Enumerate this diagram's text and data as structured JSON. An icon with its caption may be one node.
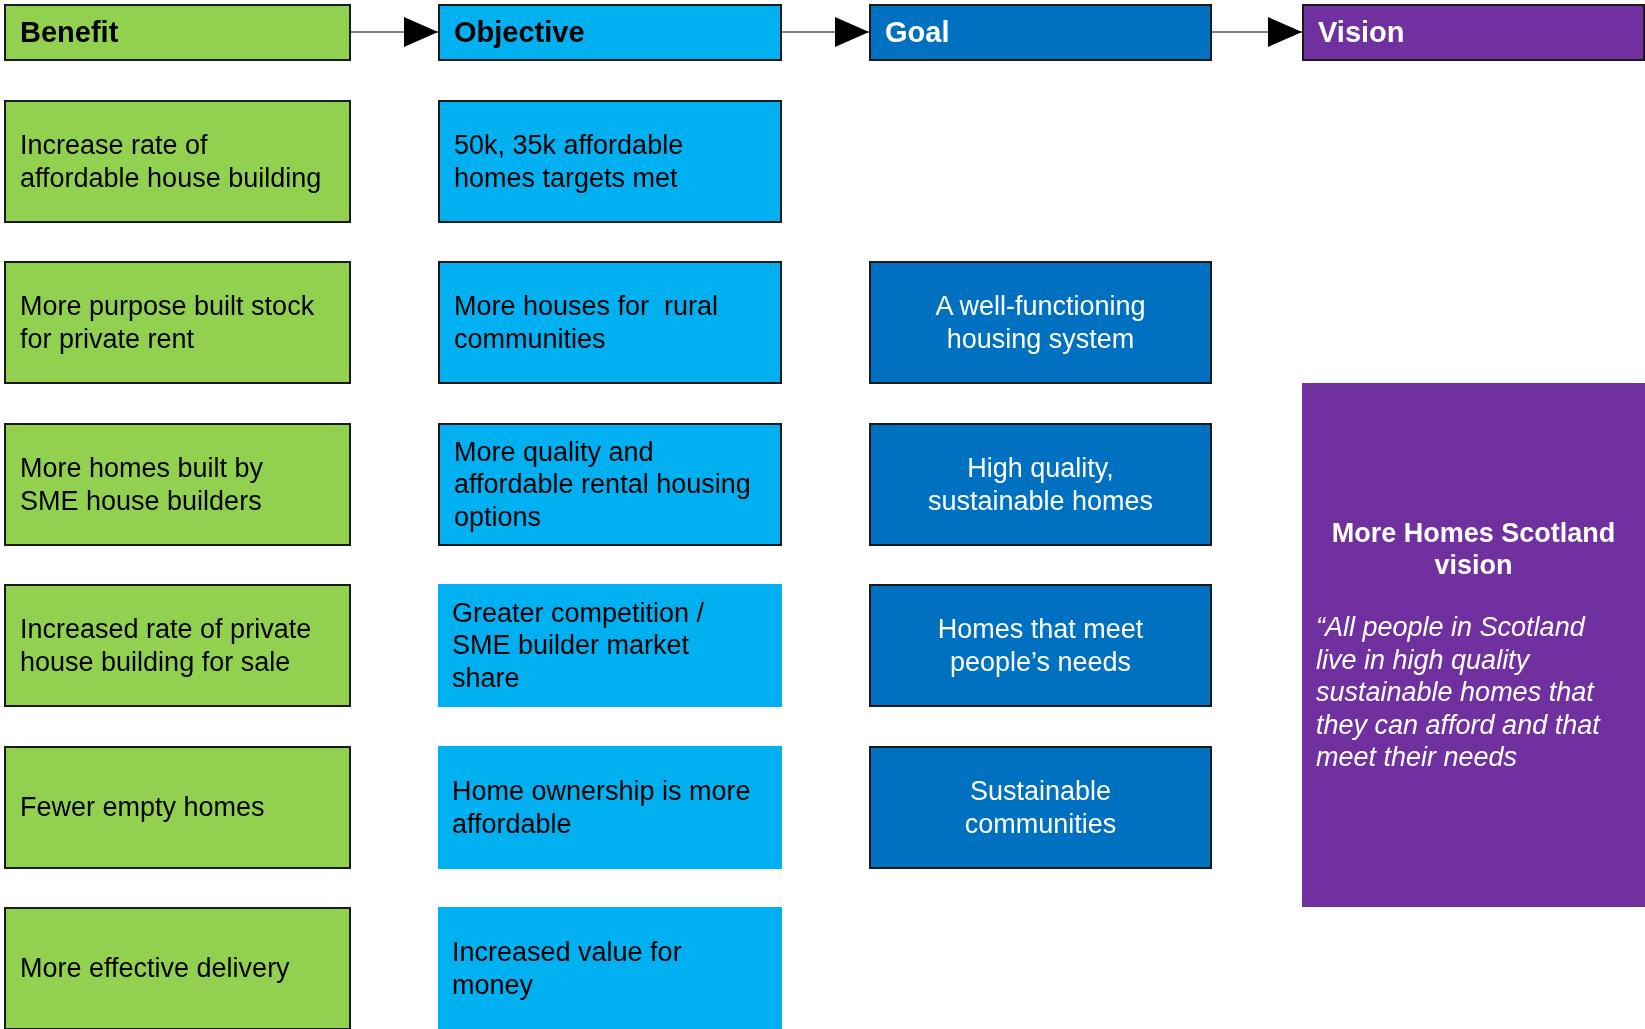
{
  "diagram": {
    "nodes": [
      {
        "text": [
          "Benefit"
        ]
      },
      {
        "text": [
          "Objective"
        ]
      },
      {
        "text": [
          "Goal"
        ]
      },
      {
        "text": [
          "Vision"
        ]
      },
      {
        "text": [
          "Increase rate of affordable house building"
        ]
      },
      {
        "text": [
          "More purpose built stock for private rent"
        ]
      },
      {
        "text": [
          "More homes built by SME house builders"
        ]
      },
      {
        "text": [
          "Increased rate of private house building for sale"
        ]
      },
      {
        "text": [
          "Fewer empty homes"
        ]
      },
      {
        "text": [
          "More effective delivery"
        ]
      },
      {
        "text": [
          "50k, 35k affordable homes targets met"
        ]
      },
      {
        "text": [
          "More houses for  rural communities"
        ]
      },
      {
        "text": [
          "More quality and affordable rental housing options"
        ]
      },
      {
        "text": [
          "Greater competition / SME builder market share"
        ]
      },
      {
        "text": [
          "Home ownership is more affordable"
        ]
      },
      {
        "text": [
          "Increased value for money"
        ]
      },
      {
        "text": [
          "A well-functioning housing system"
        ]
      },
      {
        "text": [
          "High quality, sustainable homes"
        ]
      },
      {
        "text": [
          "Homes that meet people’s needs"
        ]
      },
      {
        "text": [
          "Sustainable communities"
        ]
      },
      {
        "text": [
          "More Homes Scotland vision",
          "“All people in Scotland live in high quality sustainable homes that they can afford and that meet their needs"
        ]
      }
    ],
    "edges": [
      {
        "from": 0,
        "to": 1,
        "arrow": "to"
      },
      {
        "from": 1,
        "to": 2,
        "arrow": "to"
      },
      {
        "from": 2,
        "to": 3,
        "arrow": "to"
      }
    ]
  }
}
